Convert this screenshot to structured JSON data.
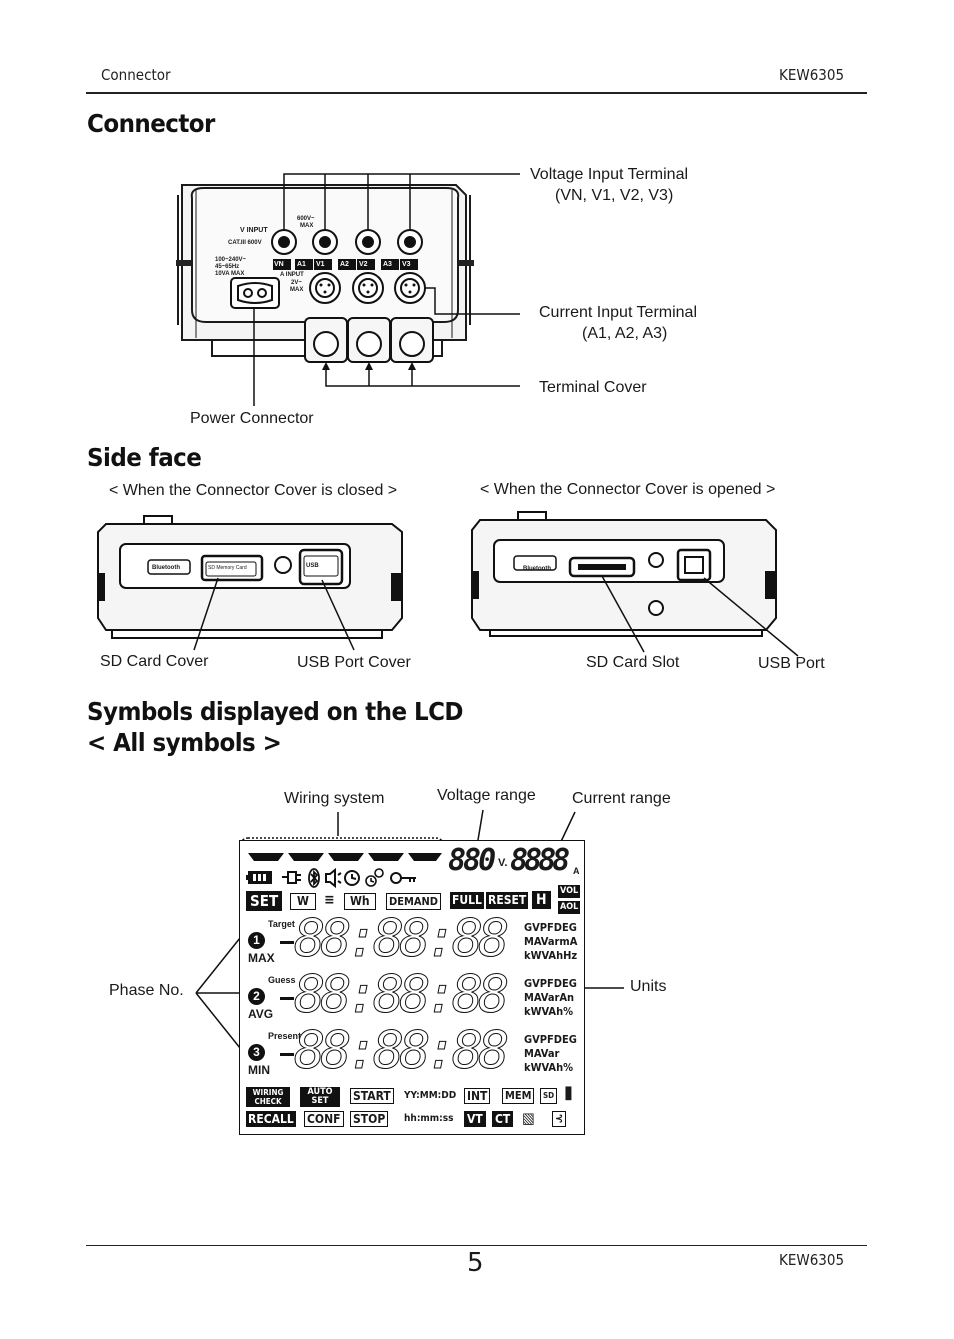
{
  "header": {
    "section": "Connector",
    "model": "KEW6305"
  },
  "footer": {
    "page_number": "5",
    "model": "KEW6305"
  },
  "connector": {
    "title": "Connector",
    "labels": {
      "voltage_terminal_1": "Voltage Input Terminal",
      "voltage_terminal_2": "(VN, V1, V2, V3)",
      "current_terminal_1": "Current Input Terminal",
      "current_terminal_2": "(A1, A2, A3)",
      "terminal_cover": "Terminal Cover",
      "power_connector": "Power Connector"
    },
    "panel_text": {
      "v_input": "V INPUT",
      "a_input": "A INPUT",
      "v_max": "600V~",
      "v_max2": "MAX",
      "cat": "CAT.III 600V",
      "power_spec1": "100~240V~",
      "power_spec2": "45~65Hz",
      "power_spec3": "10VA MAX",
      "a_max1": "2V~",
      "a_max2": "MAX",
      "terminals": [
        "VN",
        "A1",
        "V1",
        "A2",
        "V2",
        "A3",
        "V3"
      ]
    }
  },
  "side_face": {
    "title": "Side face",
    "closed_caption": "< When the Connector Cover is closed >",
    "opened_caption": "< When the Connector Cover is opened >",
    "closed_panel": {
      "bluetooth": "Bluetooth",
      "sd": "SD Memory Card",
      "usb": "USB"
    },
    "opened_panel": {
      "bluetooth": "Bluetooth"
    },
    "labels": {
      "sd_card_cover": "SD Card Cover",
      "usb_port_cover": "USB Port Cover",
      "sd_card_slot": "SD Card Slot",
      "usb_port": "USB Port"
    }
  },
  "lcd": {
    "title_line1": "Symbols displayed on the LCD",
    "title_line2": "< All symbols >",
    "labels": {
      "wiring_system": "Wiring system",
      "voltage_range": "Voltage range",
      "current_range": "Current range",
      "phase_no": "Phase No.",
      "units": "Units"
    },
    "display": {
      "voltage_digits": "880",
      "voltage_unit": "V.",
      "current_digits": "8888",
      "current_unit": "A",
      "buttons_row": [
        "SET",
        "W",
        "Wh",
        "DEMAND",
        "FULL",
        "RESET",
        "H"
      ],
      "vol": "VOL",
      "aol": "AOL",
      "row_tags": [
        "Target",
        "Guess",
        "Present"
      ],
      "row_modes": [
        "MAX",
        "AVG",
        "MIN"
      ],
      "phase_numbers": [
        "1",
        "2",
        "3"
      ],
      "big_digits": "88:88:88",
      "units_block1": [
        "GVPFDEG",
        "MAVarmA",
        "kWVAhHz"
      ],
      "units_block2": [
        "GVPFDEG",
        "MAVarAn",
        "kWVAh%"
      ],
      "units_block3": [
        "GVPFDEG",
        "MAVar",
        "kWVAh%"
      ],
      "bottom_row1": [
        "WIRING CHECK",
        "AUTO SET",
        "START",
        "YY:MM:DD",
        "INT",
        "MEM",
        "SD"
      ],
      "bottom_row2": [
        "RECALL",
        "CONF",
        "STOP",
        "hh:mm:ss",
        "VT",
        "CT"
      ]
    }
  }
}
